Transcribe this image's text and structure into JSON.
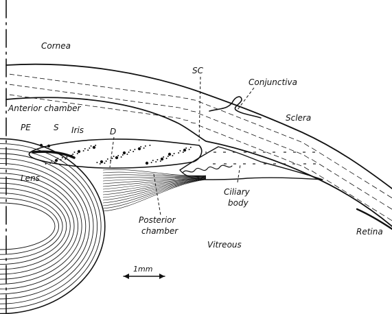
{
  "labels": {
    "cornea": "Cornea",
    "sc": "SC",
    "conjunctiva": "Conjunctiva",
    "anterior_chamber": "Anterior chamber",
    "sclera": "Sclera",
    "pe": "PE",
    "s": "S",
    "iris": "Iris",
    "d": "D",
    "lens": "Lens",
    "ciliary_body_1": "Ciliary",
    "ciliary_body_2": "body",
    "posterior_chamber_1": "Posterior",
    "posterior_chamber_2": "chamber",
    "retina": "Retina",
    "vitreous": "Vitreous",
    "scale": "1mm"
  },
  "colors": {
    "ink": "#111111",
    "background": "#ffffff"
  }
}
